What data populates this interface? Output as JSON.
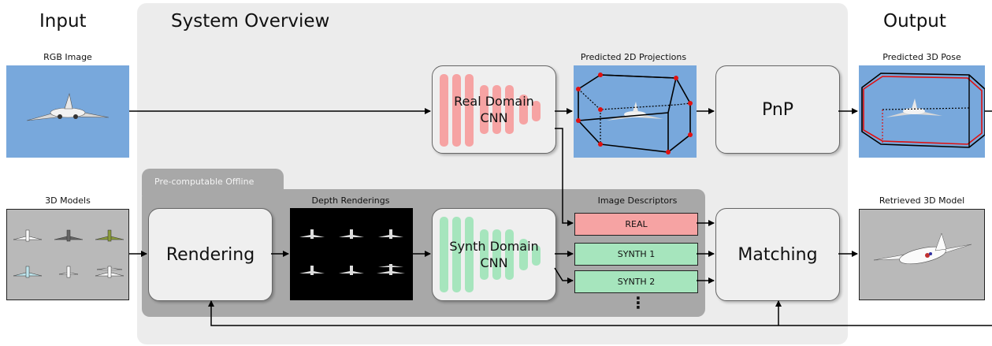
{
  "sections": {
    "input": "Input",
    "overview": "System Overview",
    "output": "Output"
  },
  "offline_label": "Pre-computable Offline",
  "captions": {
    "rgb_image": "RGB Image",
    "models_3d": "3D Models",
    "predicted_2d": "Predicted 2D Projections",
    "depth_renderings": "Depth Renderings",
    "image_descriptors": "Image Descriptors",
    "predicted_3d_pose": "Predicted 3D Pose",
    "retrieved_3d_model": "Retrieved 3D Model"
  },
  "blocks": {
    "real_cnn": [
      "Real Domain",
      "CNN"
    ],
    "synth_cnn": [
      "Synth Domain",
      "CNN"
    ],
    "pnp": "PnP",
    "rendering": "Rendering",
    "matching": "Matching"
  },
  "descriptors": [
    "REAL",
    "SYNTH 1",
    "SYNTH 2"
  ],
  "ellipsis": "⋮",
  "colors": {
    "real": "#f6a3a3",
    "synth": "#a6e5bd",
    "sky": "#78a8dc",
    "model_bg": "#b9b9b9"
  }
}
